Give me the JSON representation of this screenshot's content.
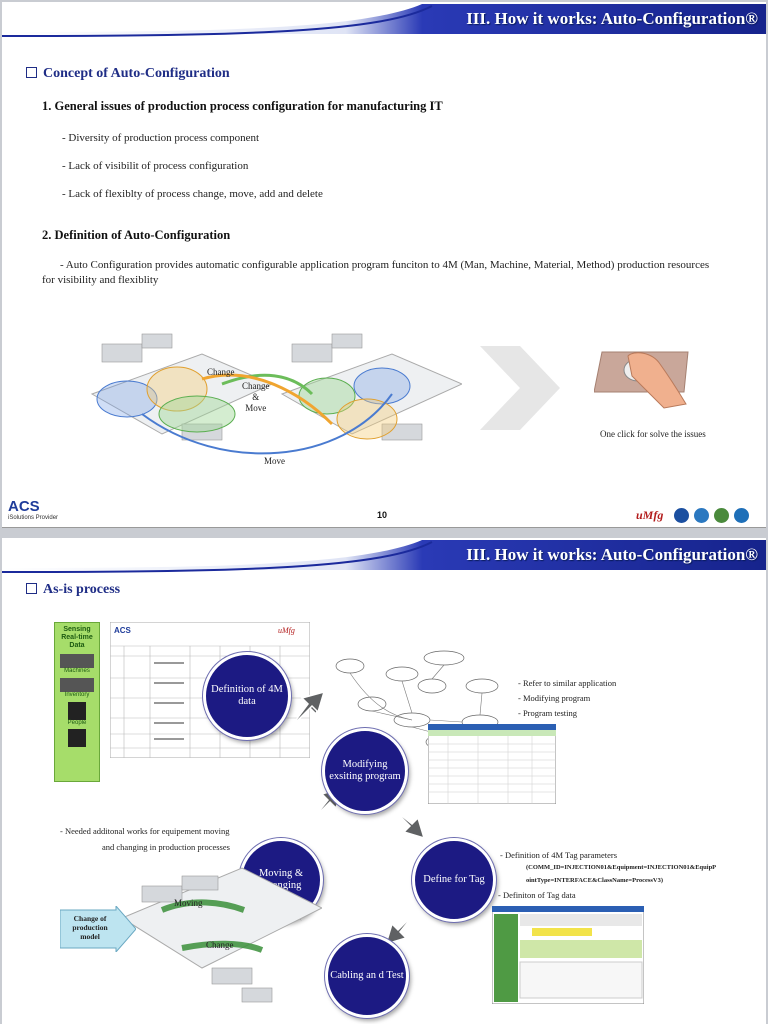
{
  "slide1": {
    "banner_title": "III. How it works: Auto-Configuration®",
    "section_title": "Concept of Auto-Configuration",
    "heading1": "1. General issues of production process configuration for manufacturing IT",
    "bullets": [
      "- Diversity of production process component",
      "- Lack of visibilit of process configuration",
      "- Lack of flexiblty of process change, move, add and delete"
    ],
    "heading2": "2. Definition of Auto-Configuration",
    "definition": "- Auto Configuration provides automatic configurable application program funciton to 4M (Man, Machine, Material, Method) production resources for visibility and flexiblity",
    "diagram_labels": {
      "change_top": "Change",
      "change_move": "Change\n&\nMove",
      "move": "Move"
    },
    "one_click": "One click for solve the issues",
    "footer": {
      "logo": "ACS",
      "logo_sub": "iSolutions Provider",
      "page": "10",
      "brand": "uMfg"
    }
  },
  "slide2": {
    "banner_title": "III. How it works: Auto-Configuration®",
    "section_title": "As-is process",
    "sensing_labels": {
      "title": "Sensing Real-time Data",
      "machines": "Machines",
      "inventory": "Inventory",
      "people": "People"
    },
    "table_brand": "uMfg",
    "cycle": [
      "Definition of 4M data",
      "Modifying exsiting program",
      "Define for Tag",
      "Cabling an d Test",
      "Moving & Changing"
    ],
    "right_notes": [
      "- Refer to similar application",
      "- Modifying program",
      "- Program testing"
    ],
    "tag_notes": {
      "title": "- Definition of 4M Tag parameters",
      "param_line1": "(COMM_ID=INJECTION01&Equipment=INJECTION01&EquipP",
      "param_line2": "ointType=INTERFACE&ClassName=ProcessV3)",
      "tag_data": "- Definiton of Tag data"
    },
    "left_notes": [
      "- Needed additonal works for equipement moving",
      "and changing in production processes"
    ],
    "change_callout": "Change of production model",
    "map_labels": {
      "moving": "Moving",
      "change": "Change"
    }
  },
  "colors": {
    "banner": "#1b2a9c",
    "circle": "#1c1a83",
    "title": "#1f2d86",
    "arrow": "#5f6163"
  }
}
